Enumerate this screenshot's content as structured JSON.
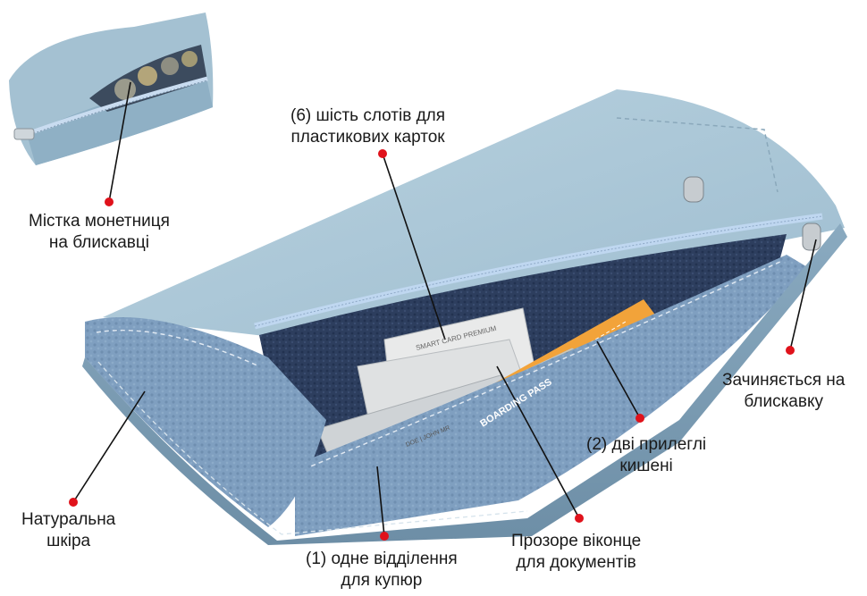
{
  "labels": {
    "coin_pocket": {
      "line1": "Містка монетниця",
      "line2": "на блискавці"
    },
    "card_slots": {
      "line1": "(6) шість слотів для",
      "line2": "пластикових карток"
    },
    "zipper": {
      "line1": "Зачиняється на",
      "line2": "блискавку"
    },
    "pockets": {
      "line1": "(2) дві прилеглі",
      "line2": "кишені"
    },
    "leather": {
      "line1": "Натуральна",
      "line2": "шкіра"
    },
    "bill_compartment": {
      "line1": "(1) одне відділення",
      "line2": "для купюр"
    },
    "window": {
      "line1": "Прозоре віконце",
      "line2": "для документів"
    }
  },
  "product_prints": {
    "card_text": "SMART CARD PREMIUM",
    "boarding_pass": "BOARDING PASS",
    "name_on_card": "DOE | JOHN MR"
  },
  "colors": {
    "leather_light": "#a9c6d6",
    "leather_mid": "#8fb1c6",
    "leather_dark": "#6f93ab",
    "lining": "#7f9fc0",
    "interior_dark": "#2b3b5a",
    "ticket_orange": "#f2a33a",
    "marker_red": "#e0121b",
    "leader_line": "#111111"
  }
}
